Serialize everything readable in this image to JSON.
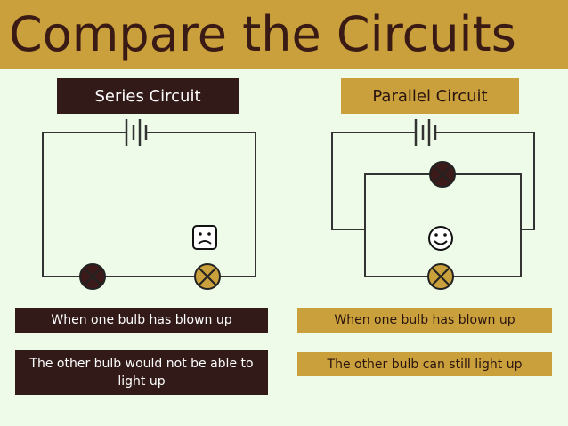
{
  "title": "Compare the Circuits",
  "series": {
    "heading": "Series Circuit",
    "caption_1": "When one bulb has blown up",
    "caption_2": "The other bulb would not be able to light up"
  },
  "parallel": {
    "heading": "Parallel Circuit",
    "caption_1": "When one bulb has blown up",
    "caption_2": "The other bulb can still light up"
  },
  "colors": {
    "bulb_lit": "#c9a03b",
    "bulb_blown": "#3c1a1a",
    "wire": "#333333",
    "dark_box": "#321a18",
    "gold_box": "#c9a03b"
  },
  "icons": {
    "series_face": "sad-face-icon",
    "parallel_face": "happy-face-icon"
  }
}
